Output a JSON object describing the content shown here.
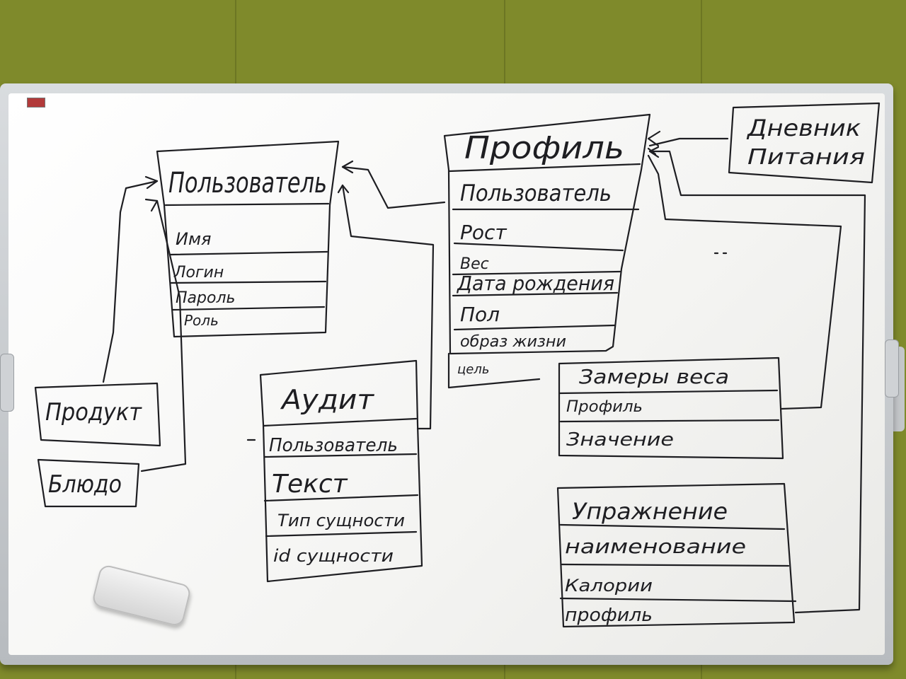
{
  "board": {
    "ink_color": "#1e1e22",
    "wall_color": "#7f8a2b",
    "entities": {
      "user": {
        "title": "Пользователь",
        "fields": [
          "Имя",
          "Логин",
          "Пароль",
          "Роль"
        ]
      },
      "profile": {
        "title": "Профиль",
        "fields": [
          "Пользователь",
          "Рост",
          "Вес",
          "Дата рождения",
          "Пол",
          "образ жизни",
          "цель"
        ]
      },
      "diary": {
        "title_line1": "Дневник",
        "title_line2": "Питания"
      },
      "audit": {
        "title": "Аудит",
        "fields": [
          "Пользователь",
          "Текст",
          "Тип сущности",
          "id сущности"
        ]
      },
      "product": {
        "title": "Продукт"
      },
      "dish": {
        "title": "Блюдо"
      },
      "weight": {
        "title": "Замеры веса",
        "fields": [
          "Профиль",
          "Значение"
        ]
      },
      "exercise": {
        "title": "Упражнение",
        "fields": [
          "наименование",
          "Калории",
          "профиль"
        ]
      }
    }
  }
}
